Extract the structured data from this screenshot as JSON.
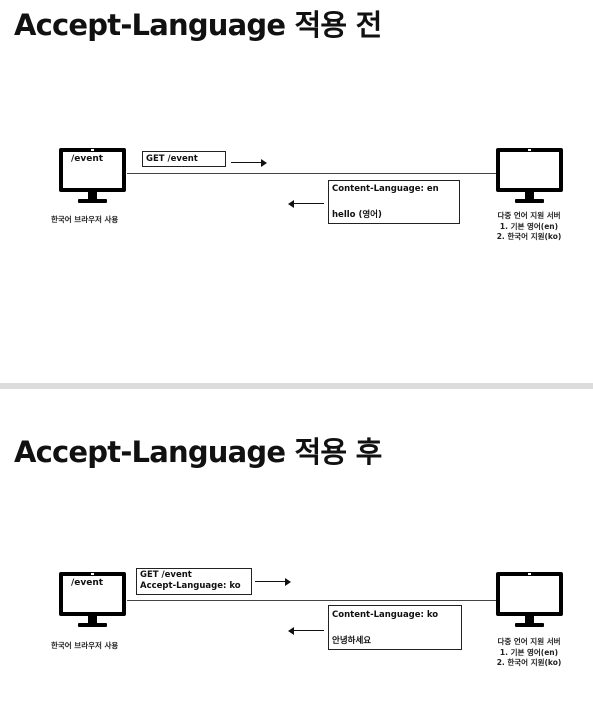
{
  "before": {
    "title": "Accept-Language 적용 전",
    "client": {
      "screen_text": "/event",
      "label": "한국어 브라우저 사용"
    },
    "request": {
      "lines": [
        "GET /event"
      ]
    },
    "response": {
      "lines": [
        "Content-Language: en",
        "hello (영어)"
      ]
    },
    "server": {
      "lines": [
        "다중 언어 지원 서버",
        "1. 기본 영어(en)",
        "2. 한국어 지원(ko)"
      ]
    }
  },
  "after": {
    "title": "Accept-Language 적용 후",
    "client": {
      "screen_text": "/event",
      "label": "한국어 브라우저 사용"
    },
    "request": {
      "lines": [
        "GET /event",
        "Accept-Language: ko"
      ]
    },
    "response": {
      "lines": [
        "Content-Language: ko",
        "안녕하세요"
      ]
    },
    "server": {
      "lines": [
        "다중 언어 지원 서버",
        "1. 기본 영어(en)",
        "2. 한국어 지원(ko)"
      ]
    }
  },
  "icons": {
    "client": "desktop-monitor-icon",
    "server": "desktop-monitor-icon",
    "request_arrow": "arrow-right-icon",
    "response_arrow": "arrow-left-icon"
  },
  "colors": {
    "background": "#ffffff",
    "ink": "#111111",
    "divider": "#dcdcdc"
  }
}
